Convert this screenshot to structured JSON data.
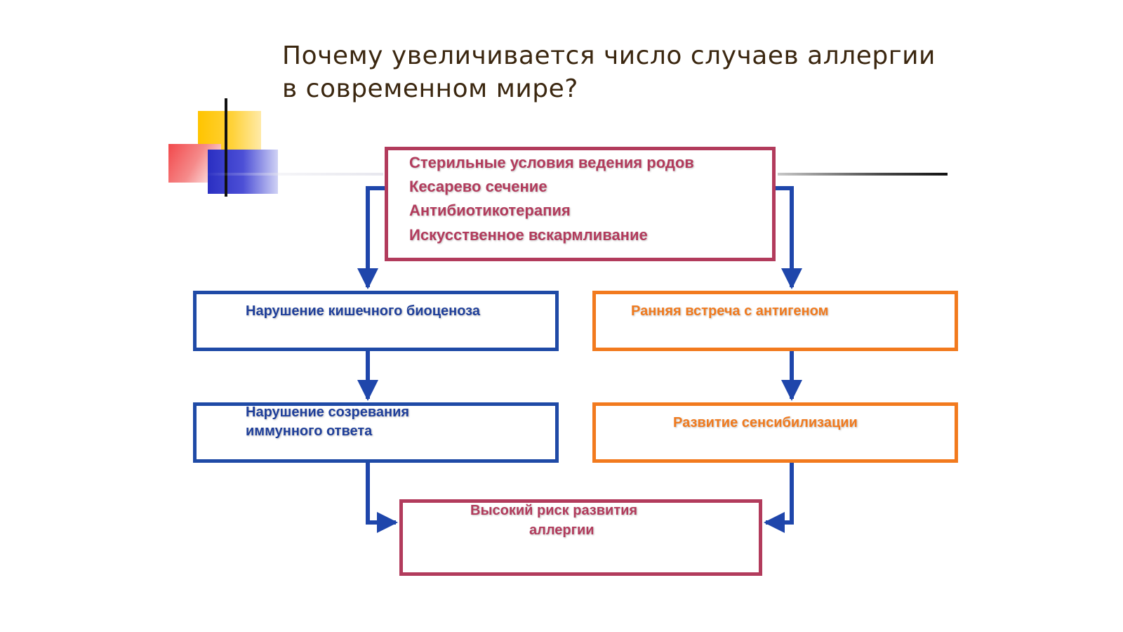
{
  "title": "Почему  увеличивается  число  случаев  аллергии  в  современном  мире?",
  "causes_box": {
    "lines": [
      "Стерильные условия ведения родов",
      "Кесарево сечение",
      "Антибиотикотерапия",
      "Искусственное вскармливание"
    ]
  },
  "left_branch": {
    "box1": "Нарушение кишечного биоценоза",
    "box2_line1": "Нарушение созревания",
    "box2_line2": "иммунного ответа"
  },
  "right_branch": {
    "box1": "Ранняя встреча с антигеном",
    "box2": "Развитие сенсибилизации"
  },
  "result_box": {
    "line1": "Высокий риск  развития",
    "line2": "аллергии"
  },
  "colors": {
    "causes_border": "#b23b5c",
    "left_branch": "#1f4aa6",
    "right_branch": "#f27a1e",
    "connector": "#1f46ab",
    "title": "#3b2710"
  }
}
